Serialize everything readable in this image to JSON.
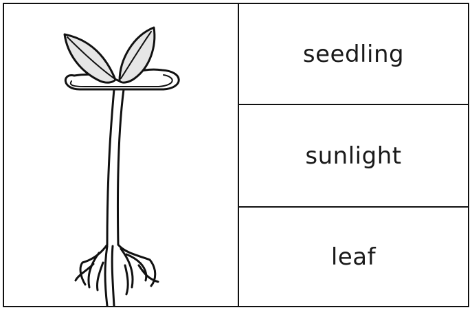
{
  "illustration": {
    "subject": "seedling-icon"
  },
  "words": [
    {
      "label": "seedling"
    },
    {
      "label": "sunlight"
    },
    {
      "label": "leaf"
    }
  ],
  "colors": {
    "ink": "#111111",
    "leaf_shade": "#d9d9d9",
    "paper": "#ffffff"
  }
}
